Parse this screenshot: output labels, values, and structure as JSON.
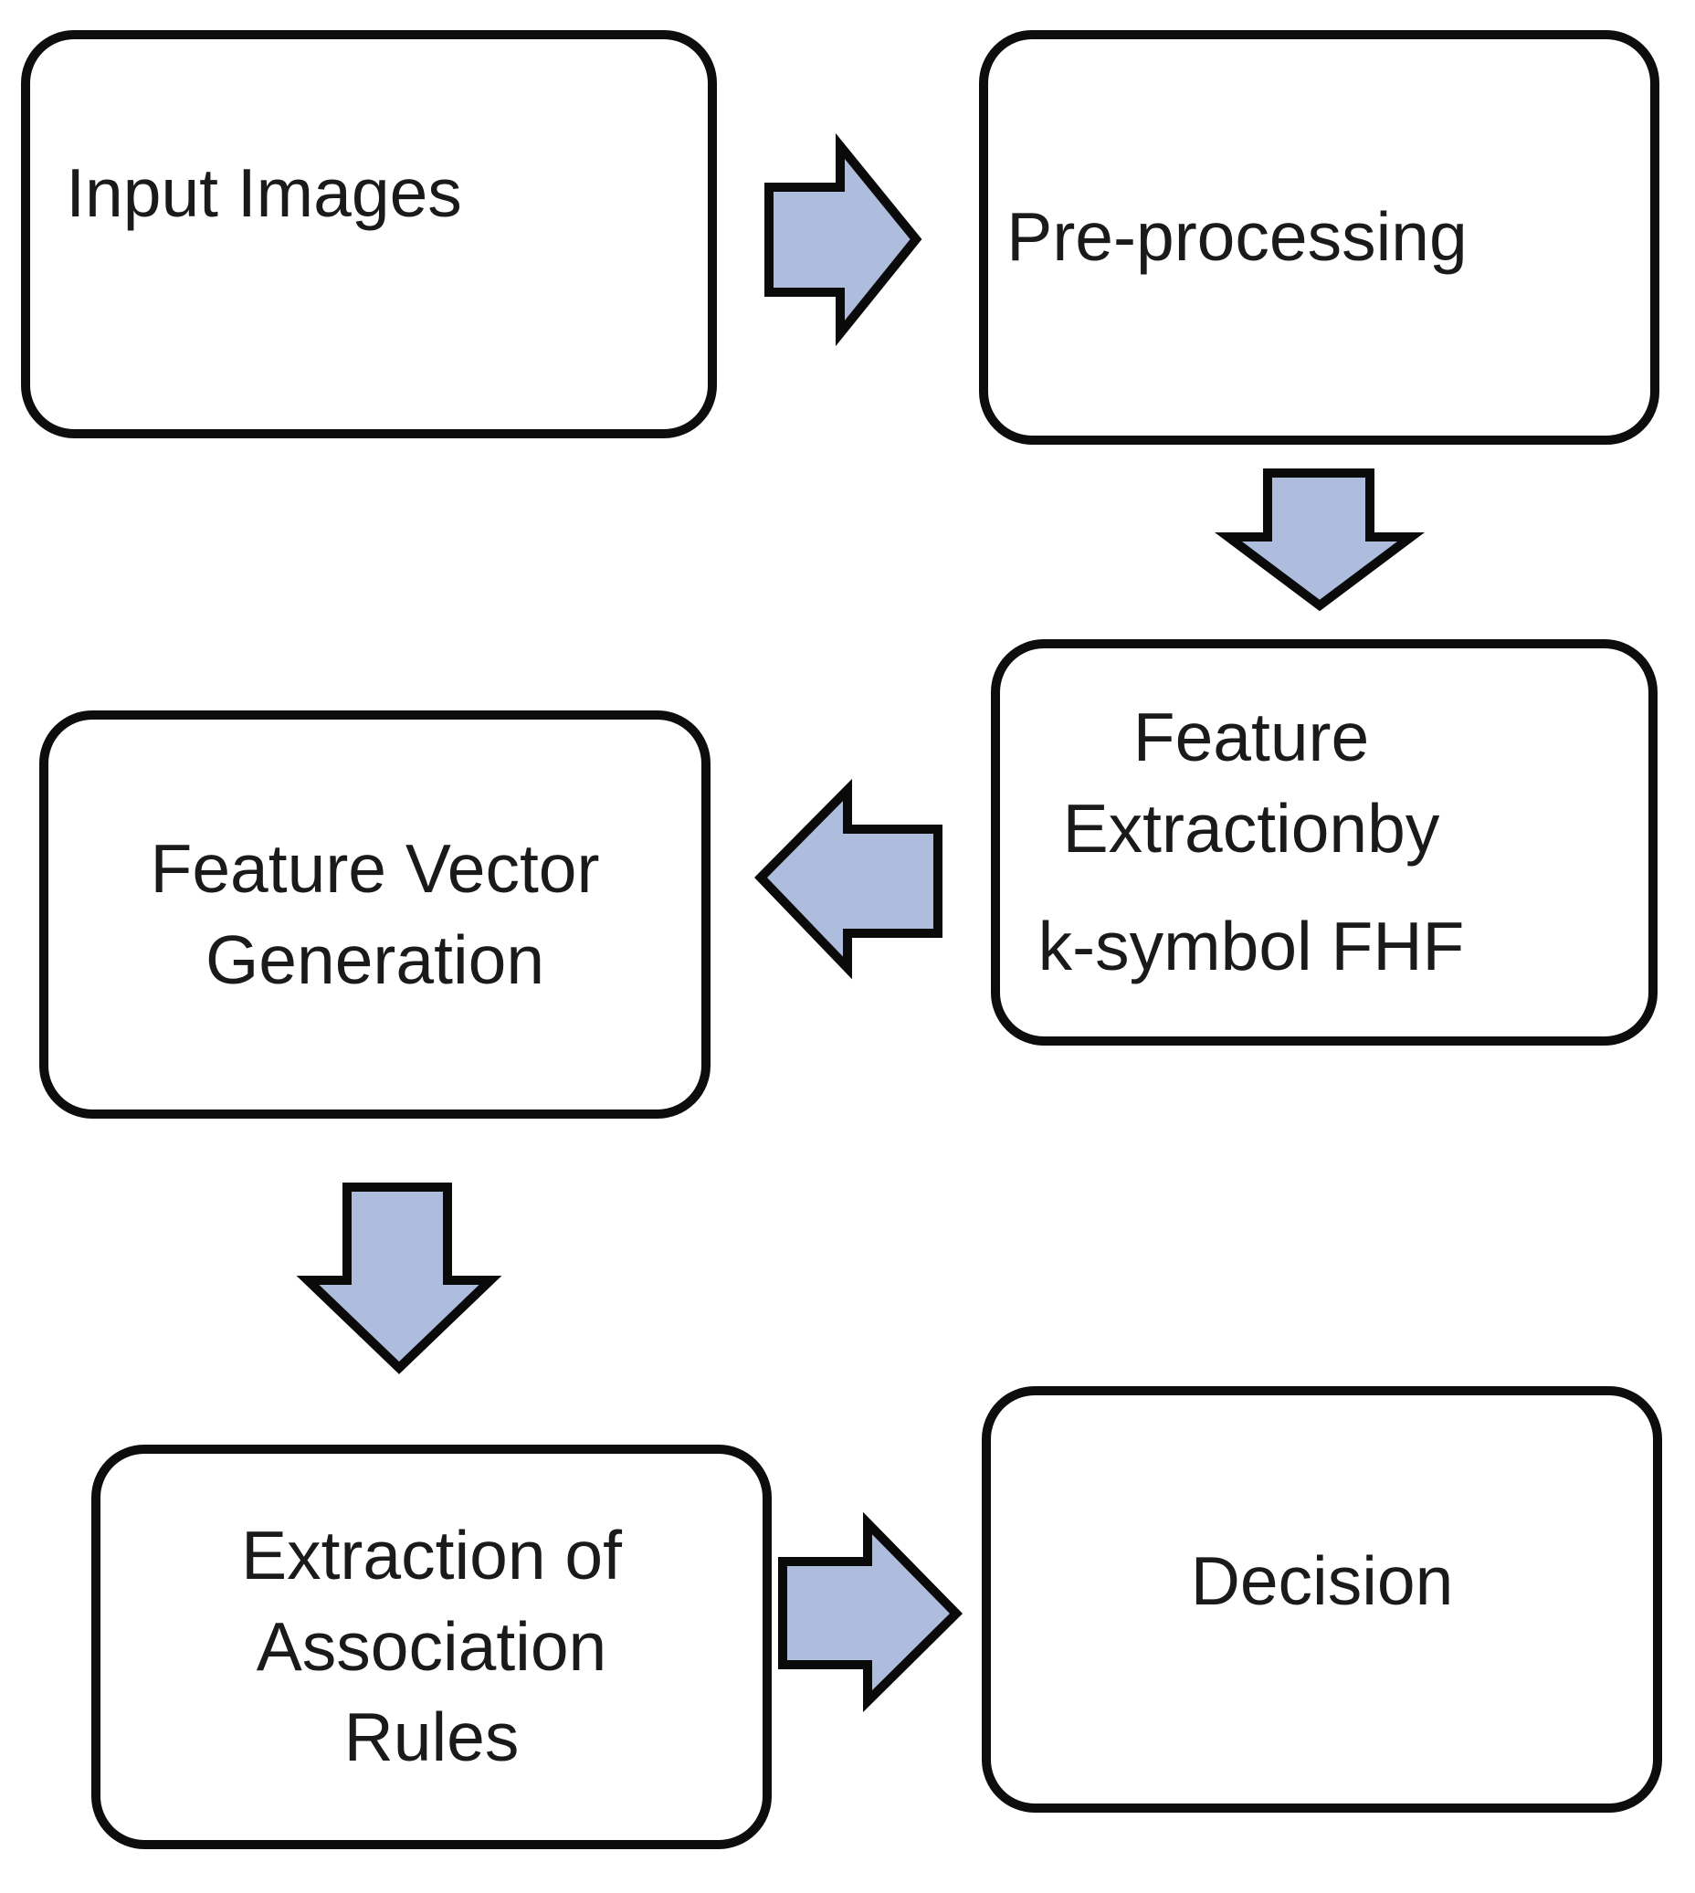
{
  "diagram": {
    "type": "flowchart",
    "nodes": {
      "input_images": {
        "label": "Input Images"
      },
      "pre_processing": {
        "label": "Pre-processing"
      },
      "feature_extraction": {
        "para1": "Feature Extractionby",
        "para2": "k-symbol FHF"
      },
      "feature_vector": {
        "label": "Feature Vector Generation"
      },
      "association_rules": {
        "label": "Extraction of Association Rules"
      },
      "decision": {
        "label": "Decision"
      }
    },
    "edges": [
      {
        "from": "input_images",
        "to": "pre_processing",
        "direction": "right"
      },
      {
        "from": "pre_processing",
        "to": "feature_extraction",
        "direction": "down"
      },
      {
        "from": "feature_extraction",
        "to": "feature_vector",
        "direction": "left"
      },
      {
        "from": "feature_vector",
        "to": "association_rules",
        "direction": "down"
      },
      {
        "from": "association_rules",
        "to": "decision",
        "direction": "right"
      }
    ]
  },
  "colors": {
    "arrow_fill": "#AEBCDE",
    "arrow_stroke": "#0A0A0A",
    "box_border": "#0D0D0D",
    "text": "#1A1A1A",
    "background": "#FFFFFF"
  }
}
